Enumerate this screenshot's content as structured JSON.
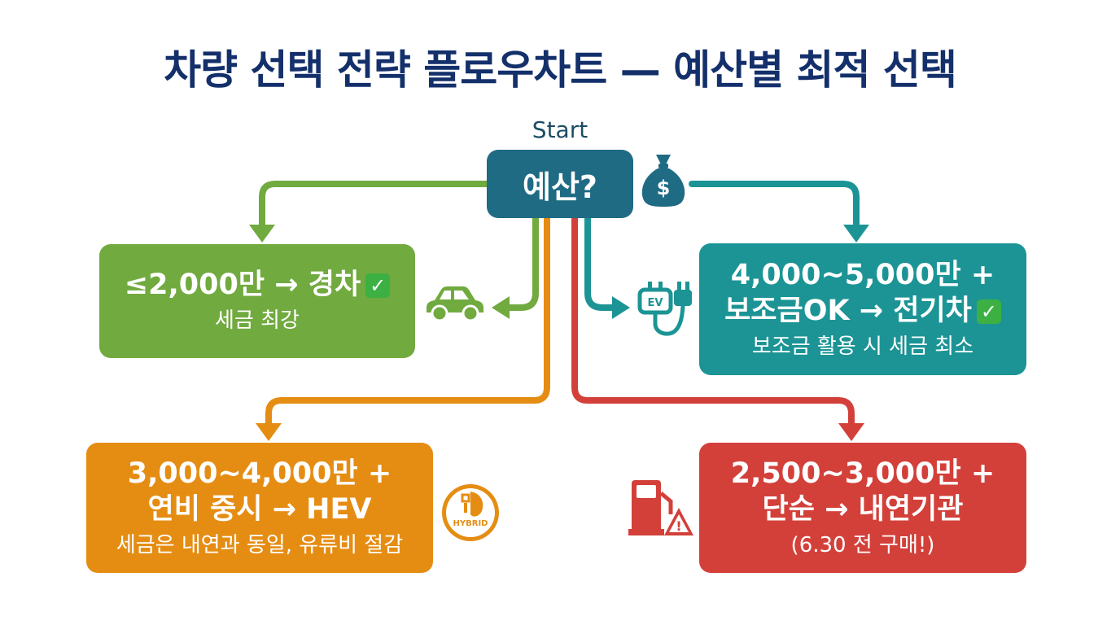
{
  "title": "차량 선택 전략 플로우차트 — 예산별 최적 선택",
  "start": {
    "label": "Start",
    "question": "예산?"
  },
  "branches": {
    "light_car": {
      "line1": "≤2,000만 → 경차",
      "check": "✓",
      "line2": "세금 최강",
      "color": "#71aa3f"
    },
    "ev": {
      "line1": "4,000~5,000만 +",
      "line2": "보조금OK → 전기차",
      "check": "✓",
      "line3": "보조금 활용 시 세금 최소",
      "color": "#1c9495"
    },
    "hev": {
      "line1": "3,000~4,000만 +",
      "line2": "연비 중시 → HEV",
      "line3": "세금은 내연과 동일, 유류비 절감",
      "color": "#e58d13"
    },
    "ice": {
      "line1": "2,500~3,000만 +",
      "line2": "단순 → 내연기관",
      "line3": "(6.30 전 구매!)",
      "color": "#d3403a"
    }
  },
  "icons": {
    "money_bag": {
      "name": "money-bag-icon",
      "text": "$"
    },
    "car": {
      "name": "car-icon"
    },
    "ev_plug": {
      "name": "ev-plug-icon",
      "text": "EV"
    },
    "hybrid": {
      "name": "hybrid-icon",
      "text": "HYBRID"
    },
    "fuel_pump": {
      "name": "fuel-pump-warning-icon",
      "text": "!"
    }
  },
  "colors": {
    "title": "#14306b",
    "start_box": "#1f6b84",
    "green": "#71aa3f",
    "teal": "#1c9495",
    "orange": "#e58d13",
    "red": "#d3403a"
  }
}
